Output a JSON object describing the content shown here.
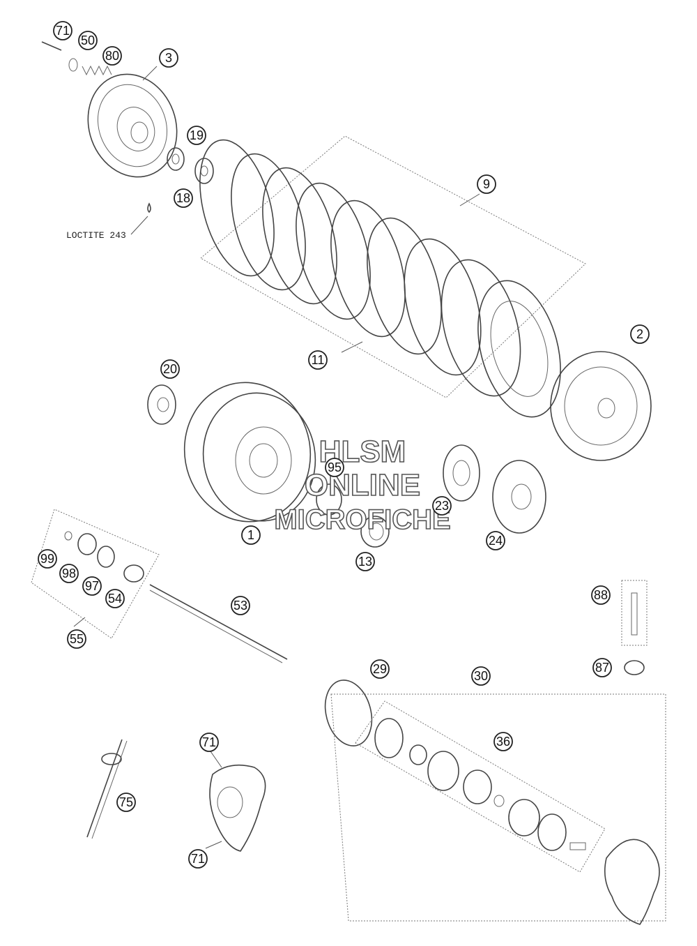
{
  "diagram": {
    "note_label": "LOCTITE 243",
    "watermark": [
      "HLSM",
      "ONLINE",
      "MICROFICHE"
    ],
    "callouts": [
      "71",
      "50",
      "80",
      "3",
      "19",
      "18",
      "9",
      "11",
      "2",
      "20",
      "95",
      "23",
      "24",
      "1",
      "13",
      "99",
      "98",
      "97",
      "54",
      "53",
      "55",
      "88",
      "87",
      "29",
      "30",
      "36",
      "71",
      "75",
      "71"
    ]
  }
}
